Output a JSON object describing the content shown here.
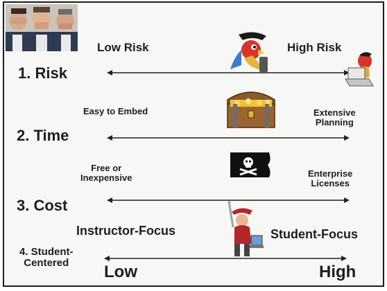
{
  "rows": [
    {
      "title": "1. Risk",
      "left_label": "Low Risk",
      "right_label": "High Risk",
      "clipart": "parrot-laptop-icon"
    },
    {
      "title": "2. Time",
      "left_label": "Easy to Embed",
      "right_label": "Extensive\nPlanning",
      "clipart": "treasure-chest-icon"
    },
    {
      "title": "3. Cost",
      "left_label": "Free or\nInexpensive",
      "right_label": "Enterprise\nLicenses",
      "clipart": "pirate-flag-icon"
    },
    {
      "title": "4. Student-\nCentered",
      "left_label": "Instructor-Focus",
      "right_label": "Student-Focus",
      "clipart": "pirate-computer-icon"
    }
  ],
  "scale": {
    "low": "Low",
    "high": "High"
  },
  "colors": {
    "text": "#1e1e1e",
    "border": "#1c1c1c",
    "arrow": "#222222"
  }
}
